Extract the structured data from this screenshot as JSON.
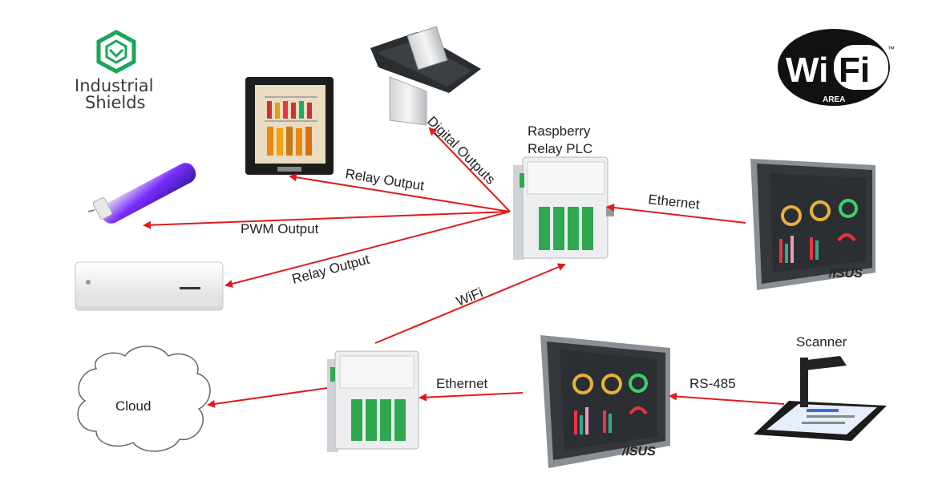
{
  "brand": {
    "line1": "Industrial",
    "line2": "Shields",
    "accent": "#1aa55a"
  },
  "wifi_logo": {
    "left": "Wi",
    "right": "Fi",
    "tm": "™",
    "area": "AREA"
  },
  "nodes": {
    "plc_main_label1": "Raspberry",
    "plc_main_label2": "Relay PLC",
    "scanner": "Scanner",
    "cloud": "Cloud",
    "asus_top": "/ISUS",
    "asus_bottom": "/ISUS"
  },
  "edges": {
    "digital_outputs": "Digital Outputs",
    "relay_output_top": "Relay Output",
    "pwm_output": "PWM Output",
    "relay_output_bottom": "Relay Output",
    "ethernet_top": "Ethernet",
    "wifi": "WiFi",
    "ethernet_bottom": "Ethernet",
    "rs485": "RS-485"
  },
  "colors": {
    "arrow": "#e01b1b",
    "plc_green": "#2fa84f",
    "panel_dark": "#2b2f33"
  }
}
